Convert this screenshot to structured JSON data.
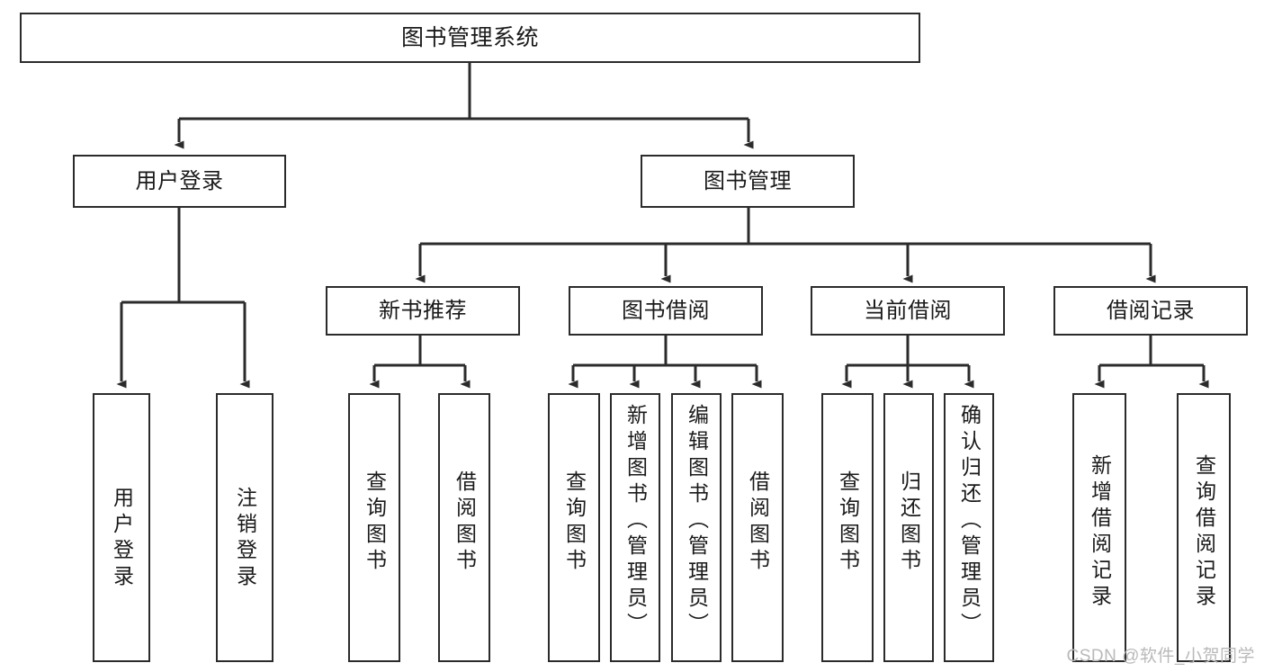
{
  "diagram": {
    "title": "图书管理系统",
    "type": "tree",
    "root": {
      "id": "root",
      "label": "图书管理系统",
      "children": [
        {
          "id": "user-login",
          "label": "用户登录",
          "children": [
            {
              "id": "user-login-do",
              "label": "用户登录"
            },
            {
              "id": "user-logout",
              "label": "注销登录"
            }
          ]
        },
        {
          "id": "book-manage",
          "label": "图书管理",
          "children": [
            {
              "id": "new-book-rec",
              "label": "新书推荐",
              "children": [
                {
                  "id": "rec-query-book",
                  "label": "查询图书"
                },
                {
                  "id": "rec-borrow-book",
                  "label": "借阅图书"
                }
              ]
            },
            {
              "id": "book-borrow",
              "label": "图书借阅",
              "children": [
                {
                  "id": "borrow-query-book",
                  "label": "查询图书"
                },
                {
                  "id": "borrow-add-book",
                  "label": "新增图书（管理员）"
                },
                {
                  "id": "borrow-edit-book",
                  "label": "编辑图书（管理员）"
                },
                {
                  "id": "borrow-do-borrow",
                  "label": "借阅图书"
                }
              ]
            },
            {
              "id": "current-borrow",
              "label": "当前借阅",
              "children": [
                {
                  "id": "cur-query-book",
                  "label": "查询图书"
                },
                {
                  "id": "cur-return-book",
                  "label": "归还图书"
                },
                {
                  "id": "cur-confirm-return",
                  "label": "确认归还（管理员）"
                }
              ]
            },
            {
              "id": "borrow-record",
              "label": "借阅记录",
              "children": [
                {
                  "id": "rec-add-record",
                  "label": "新增借阅记录"
                },
                {
                  "id": "rec-query-record",
                  "label": "查询借阅记录"
                }
              ]
            }
          ]
        }
      ]
    }
  },
  "watermark": {
    "text": "CSDN @软件_小贺同学"
  },
  "colors": {
    "stroke": "#2b2b2b",
    "background": "#ffffff",
    "text": "#1a1a1a",
    "watermark": "#b9b9b9"
  }
}
